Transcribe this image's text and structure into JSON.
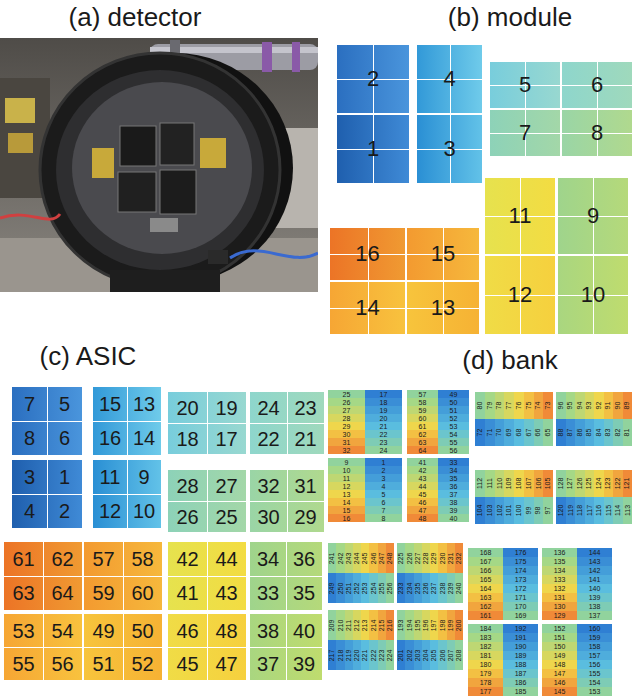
{
  "diagram": {
    "nodes": [
      {
        "text": [
          "2"
        ]
      },
      {
        "text": [
          "4"
        ]
      },
      {
        "text": [
          "5"
        ]
      },
      {
        "text": [
          "6"
        ]
      },
      {
        "text": [
          "1"
        ]
      },
      {
        "text": [
          "3"
        ]
      },
      {
        "text": [
          "7"
        ]
      },
      {
        "text": [
          "8"
        ]
      },
      {
        "text": [
          "16"
        ]
      },
      {
        "text": [
          "15"
        ]
      },
      {
        "text": [
          "11"
        ]
      },
      {
        "text": [
          "9"
        ]
      },
      {
        "text": [
          "14"
        ]
      },
      {
        "text": [
          "13"
        ]
      },
      {
        "text": [
          "12"
        ]
      },
      {
        "text": [
          "10"
        ]
      },
      {
        "text": [
          "7",
          "5",
          "8",
          "6"
        ]
      },
      {
        "text": [
          "15",
          "13",
          "16",
          "14"
        ]
      },
      {
        "text": [
          "20",
          "19",
          "18",
          "17"
        ]
      },
      {
        "text": [
          "24",
          "23",
          "22",
          "21"
        ]
      },
      {
        "text": [
          "3",
          "1",
          "4",
          "2"
        ]
      },
      {
        "text": [
          "11",
          "9",
          "12",
          "10"
        ]
      },
      {
        "text": [
          "28",
          "27",
          "26",
          "25"
        ]
      },
      {
        "text": [
          "32",
          "31",
          "30",
          "29"
        ]
      },
      {
        "text": [
          "61",
          "62",
          "63",
          "64"
        ]
      },
      {
        "text": [
          "57",
          "58",
          "59",
          "60"
        ]
      },
      {
        "text": [
          "42",
          "44",
          "41",
          "43"
        ]
      },
      {
        "text": [
          "34",
          "36",
          "33",
          "35"
        ]
      },
      {
        "text": [
          "53",
          "54",
          "55",
          "56"
        ]
      },
      {
        "text": [
          "49",
          "50",
          "51",
          "52"
        ]
      },
      {
        "text": [
          "46",
          "48",
          "45",
          "47"
        ]
      },
      {
        "text": [
          "38",
          "40",
          "37",
          "39"
        ]
      },
      {
        "text": [
          "25",
          "17",
          "26",
          "18",
          "27",
          "19",
          "28",
          "20",
          "29",
          "21",
          "30",
          "22",
          "31",
          "23",
          "32",
          "24"
        ]
      },
      {
        "text": [
          "57",
          "49",
          "58",
          "50",
          "59",
          "51",
          "60",
          "52",
          "61",
          "53",
          "62",
          "54",
          "63",
          "55",
          "64",
          "56"
        ]
      },
      {
        "text": [
          "80",
          "79",
          "78",
          "77",
          "76",
          "75",
          "74",
          "73",
          "72",
          "71",
          "70",
          "69",
          "68",
          "67",
          "66",
          "65"
        ]
      },
      {
        "text": [
          "96",
          "95",
          "94",
          "93",
          "92",
          "91",
          "90",
          "89",
          "88",
          "87",
          "86",
          "85",
          "84",
          "83",
          "82",
          "81"
        ]
      },
      {
        "text": [
          "9",
          "1",
          "10",
          "2",
          "11",
          "3",
          "12",
          "4",
          "13",
          "5",
          "14",
          "6",
          "15",
          "7",
          "16",
          "8"
        ]
      },
      {
        "text": [
          "41",
          "33",
          "42",
          "34",
          "43",
          "35",
          "44",
          "36",
          "45",
          "37",
          "46",
          "38",
          "47",
          "39",
          "48",
          "40"
        ]
      },
      {
        "text": [
          "112",
          "111",
          "110",
          "109",
          "108",
          "107",
          "106",
          "105",
          "104",
          "103",
          "102",
          "101",
          "100",
          "99",
          "98",
          "97"
        ]
      },
      {
        "text": [
          "128",
          "127",
          "126",
          "125",
          "124",
          "123",
          "122",
          "121",
          "120",
          "119",
          "118",
          "117",
          "116",
          "115",
          "114",
          "113"
        ]
      },
      {
        "text": [
          "241",
          "242",
          "243",
          "244",
          "245",
          "246",
          "247",
          "248",
          "249",
          "250",
          "251",
          "252",
          "253",
          "254",
          "255",
          "256"
        ]
      },
      {
        "text": [
          "225",
          "226",
          "227",
          "228",
          "229",
          "230",
          "231",
          "232",
          "233",
          "234",
          "235",
          "236",
          "237",
          "238",
          "239",
          "240"
        ]
      },
      {
        "text": [
          "168",
          "176",
          "167",
          "175",
          "166",
          "174",
          "165",
          "173",
          "164",
          "172",
          "163",
          "171",
          "162",
          "170",
          "161",
          "169"
        ]
      },
      {
        "text": [
          "136",
          "144",
          "135",
          "143",
          "134",
          "142",
          "133",
          "141",
          "132",
          "140",
          "131",
          "139",
          "130",
          "138",
          "129",
          "137"
        ]
      },
      {
        "text": [
          "209",
          "210",
          "211",
          "212",
          "213",
          "214",
          "215",
          "216",
          "217",
          "218",
          "219",
          "220",
          "221",
          "222",
          "223",
          "224"
        ]
      },
      {
        "text": [
          "193",
          "194",
          "195",
          "196",
          "197",
          "198",
          "199",
          "200",
          "201",
          "202",
          "203",
          "204",
          "205",
          "206",
          "207",
          "208"
        ]
      },
      {
        "text": [
          "184",
          "192",
          "183",
          "191",
          "182",
          "190",
          "181",
          "189",
          "180",
          "188",
          "179",
          "187",
          "178",
          "186",
          "177",
          "185"
        ]
      },
      {
        "text": [
          "152",
          "160",
          "151",
          "159",
          "150",
          "158",
          "149",
          "157",
          "148",
          "156",
          "147",
          "155",
          "146",
          "154",
          "145",
          "153"
        ]
      }
    ],
    "labels": [
      "(a) detector",
      "(b) module",
      "(c) ASIC",
      "(d) bank"
    ]
  }
}
